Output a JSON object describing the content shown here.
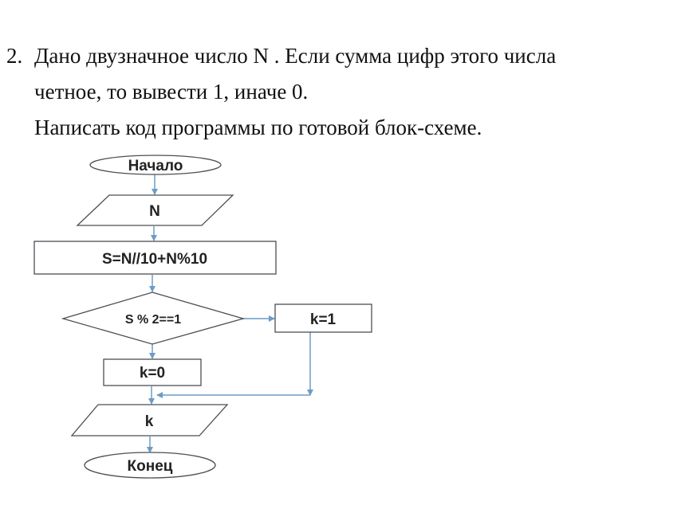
{
  "task": {
    "number": "2.",
    "line1": "Дано двузначное число N . Если сумма цифр этого числа",
    "line2": "четное, то вывести 1, иначе 0.",
    "line3": "Написать код программы по готовой блок-схеме."
  },
  "flowchart": {
    "start": "Начало",
    "input": "N",
    "process": "S=N//10+N%10",
    "condition": "S % 2==1",
    "branch_yes": "k=1",
    "branch_no": "k=0",
    "output": "k",
    "end": "Конец",
    "connector_color": "#6d9cc4"
  }
}
